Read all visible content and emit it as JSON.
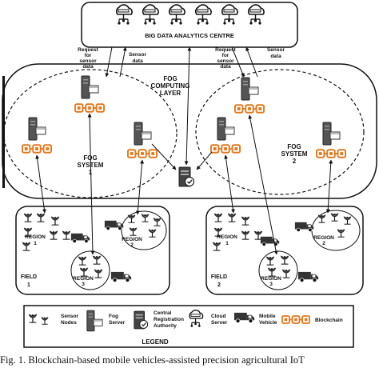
{
  "top_box": {
    "title": "BIG DATA ANALYTICS CENTRE"
  },
  "fog_layer": {
    "title_line1": "FOG",
    "title_line2": "COMPUTING",
    "title_line3": "LAYER"
  },
  "fog_system_1": {
    "line1": "FOG",
    "line2": "SYSTEM",
    "line3": "1"
  },
  "fog_system_2": {
    "line1": "FOG",
    "line2": "SYSTEM",
    "line3": "2"
  },
  "arrows": {
    "request_left": [
      "Request",
      "for",
      "sensor",
      "data"
    ],
    "sensor_data_left": [
      "Sensor",
      "data"
    ],
    "request_right": [
      "Request",
      "for",
      "sensor",
      "data"
    ],
    "sensor_data_right": [
      "Sensor",
      "data"
    ]
  },
  "field_1": {
    "label_line1": "FIELD",
    "label_line2": "1",
    "region1": [
      "REGION",
      "1"
    ],
    "region2": [
      "REGION",
      "2"
    ],
    "region3": [
      "REGION",
      "3"
    ]
  },
  "field_2": {
    "label_line1": "FIELD",
    "label_line2": "2",
    "region1": [
      "REGION",
      "1"
    ],
    "region2": [
      "REGION",
      "2"
    ],
    "region3": [
      "REGION",
      "3"
    ]
  },
  "legend": {
    "sensor_nodes": [
      "Sensor",
      "Nodes"
    ],
    "fog_server": [
      "Fog",
      "Server"
    ],
    "central_authority": [
      "Central",
      "Registration",
      "Authority"
    ],
    "cloud_server": [
      "Cloud",
      "Server"
    ],
    "mobile_vehicle": [
      "Mobile",
      "Vehicle"
    ],
    "blockchain": "Blockchain",
    "title": "LEGEND"
  },
  "caption": "Fig. 1.   Blockchain-based mobile vehicles-assisted precision agricultural IoT",
  "colors": {
    "blockchain": "#e07a1f",
    "ink": "#222222",
    "server": "#555555"
  }
}
